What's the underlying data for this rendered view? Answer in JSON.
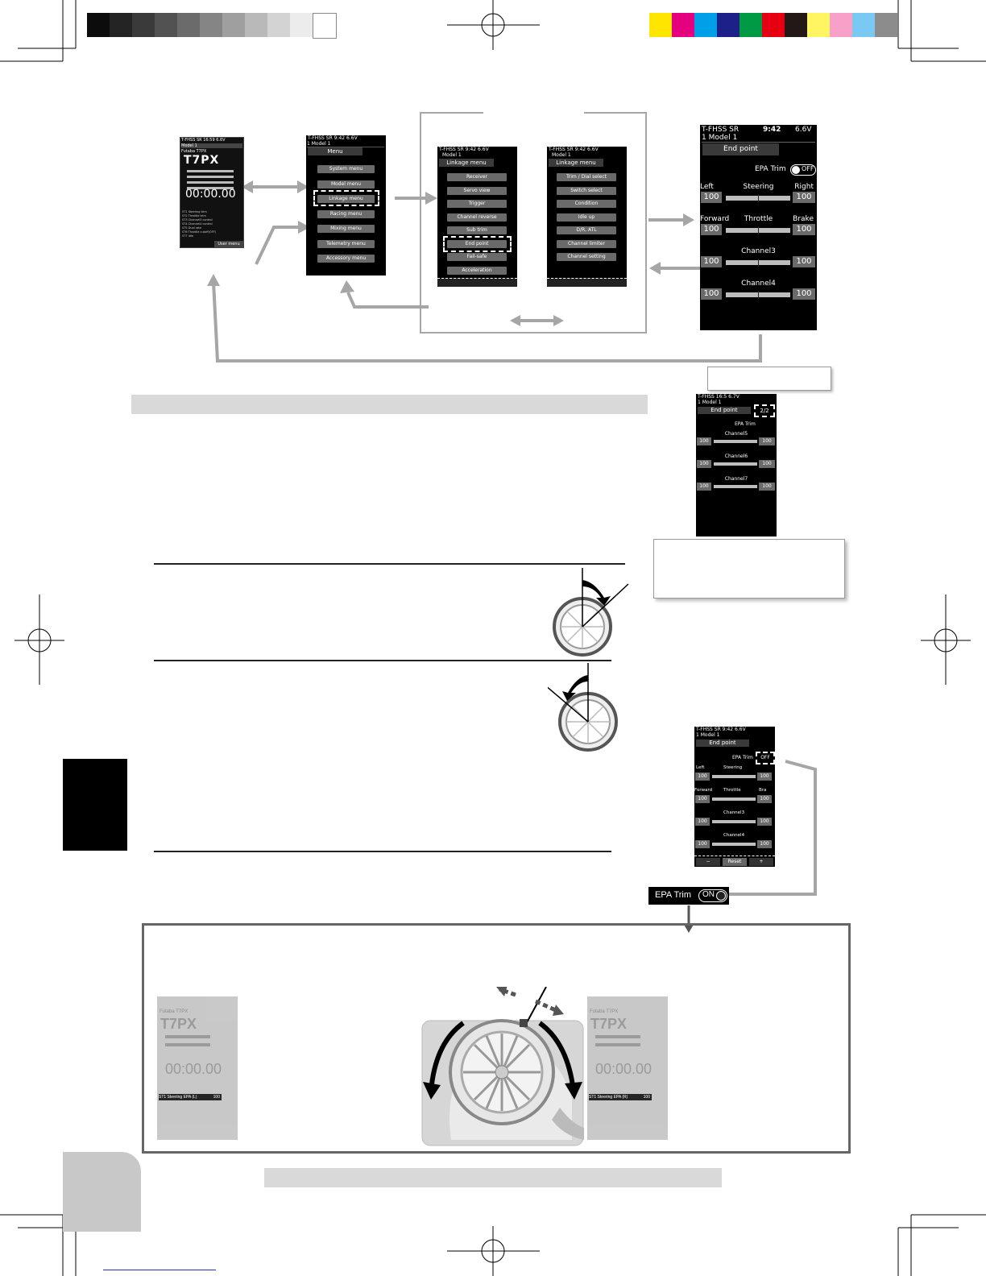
{
  "colors": {
    "gray_steps": [
      "#0c0c0c",
      "#242424",
      "#3a3a3a",
      "#525252",
      "#6b6b6b",
      "#858585",
      "#9f9f9f",
      "#b9b9b9",
      "#d3d3d3",
      "#ececec",
      "#ffffff"
    ],
    "process": [
      "#ffe600",
      "#e4007f",
      "#00a0e9",
      "#1d2088",
      "#009944",
      "#e60012",
      "#231815",
      "#fff462",
      "#f7a1c8",
      "#79c9f2",
      "#8c8c8c"
    ],
    "arrow": "#a6a6a6",
    "section_bar": "#d9d9d9",
    "side_tab": "#000000",
    "page_tab": "#c8c8c8"
  },
  "home_screen": {
    "header": "T-FHSS SR  16:59  6.6V",
    "model": "Model 1",
    "brand1": "Futaba T7PX",
    "brand2": "Futaba",
    "logo": "T7PX",
    "timer": "00:00.00",
    "list": [
      "ST1 Steering trim",
      "ST2 Throttle trim",
      "ST3 Channel3 control",
      "ST4 Channel4 control",
      "ST5 Dual rate",
      "ST6 Throttle cutoff(OFF)",
      "ST7 Idle"
    ],
    "user_menu": "User menu"
  },
  "menu_screen": {
    "header": "T-FHSS SR   9:42  6.6V",
    "model": "1   Model 1",
    "title": "Menu",
    "items": [
      "System menu",
      "Model menu",
      "Linkage menu",
      "Racing menu",
      "Mixing menu",
      "Telemetry menu",
      "Accessory menu"
    ]
  },
  "linkage1": {
    "header": "T-FHSS SR    9:42  6.6V",
    "model": "Model 1",
    "title": "Linkage menu",
    "items": [
      "Receiver",
      "Servo view",
      "Trigger",
      "Channel reverse",
      "Sub trim",
      "End point",
      "Fail-safe",
      "Acceleration"
    ]
  },
  "linkage2": {
    "header": "T-FHSS SR    9:42  6.6V",
    "model": "Model 1",
    "title": "Linkage menu",
    "items": [
      "Trim / Dial select",
      "Switch select",
      "Condition",
      "Idle up",
      "D/R, ATL",
      "Channel limiter",
      "Channel setting"
    ]
  },
  "endpoint_big": {
    "header_left": "T-FHSS SR",
    "header_time": "9:42",
    "header_volt": "6.6V",
    "model": "1   Model 1",
    "title": "End point",
    "epa_label": "EPA Trim",
    "epa_state": "OFF",
    "rows": [
      {
        "left_label": "Left",
        "name": "Steering",
        "right_label": "Right",
        "left": "100",
        "right": "100"
      },
      {
        "left_label": "Forward",
        "name": "Throttle",
        "right_label": "Brake",
        "left": "100",
        "right": "100"
      },
      {
        "left_label": "",
        "name": "Channel3",
        "right_label": "",
        "left": "100",
        "right": "100"
      },
      {
        "left_label": "",
        "name": "Channel4",
        "right_label": "",
        "left": "100",
        "right": "100"
      }
    ]
  },
  "endpoint_page2": {
    "header": "T-FHSS  16:5  6.7V",
    "model": "1   Model 1",
    "title": "End point",
    "page": "2/2",
    "epa_label": "EPA Trim",
    "rows": [
      {
        "name": "Channel5",
        "left": "100",
        "right": "100"
      },
      {
        "name": "Channel6",
        "left": "100",
        "right": "100"
      },
      {
        "name": "Channel7",
        "left": "100",
        "right": "100"
      }
    ]
  },
  "endpoint_small": {
    "header": "T-FHSS SR   9:42  6.6V",
    "model": "1   Model 1",
    "title": "End point",
    "epa_label": "EPA Trim",
    "epa_state": "OFF",
    "labels": [
      "Left",
      "Steering",
      "Forward",
      "Throttle",
      "Bra",
      "Channel3",
      "Channel4"
    ],
    "values": [
      "100",
      "100",
      "100",
      "100",
      "100",
      "100",
      "100",
      "100"
    ],
    "buttons": [
      "−",
      "Reset",
      "+"
    ]
  },
  "epa_on_badge": {
    "label": "EPA Trim",
    "state": "ON"
  },
  "dim_screens": {
    "brand": "Futaba T7PX",
    "logo": "T7PX",
    "timer": "00:00.00",
    "left_line": "ST1  Steering EPA (L)",
    "right_line": "ST1  Steering EPA (R)",
    "value": "100"
  }
}
